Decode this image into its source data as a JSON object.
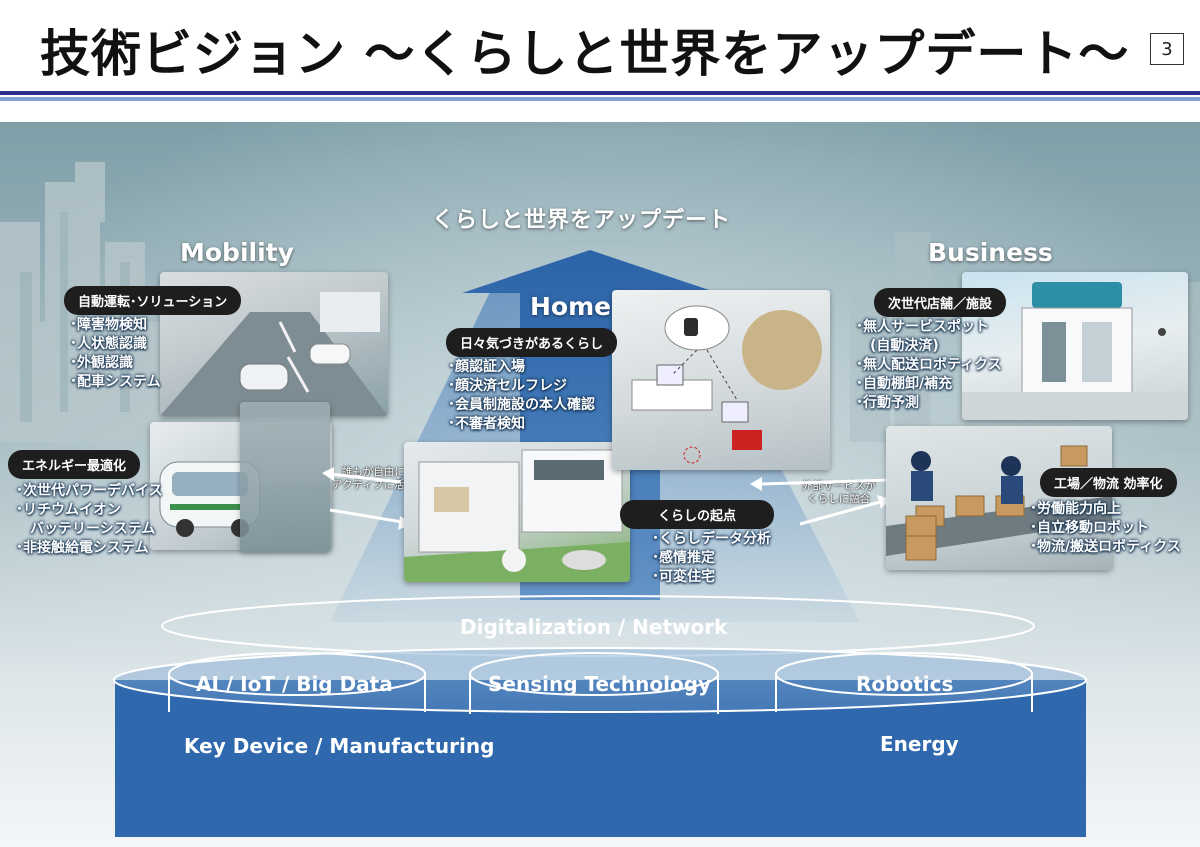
{
  "header": {
    "title": "技術ビジョン ～くらしと世界をアップデート～",
    "page_number": "3"
  },
  "diagram": {
    "arrow_label": "くらしと世界をアップデート",
    "mobility": {
      "title": "Mobility",
      "autonomous": {
        "label": "自動運転･ソリューション",
        "items": [
          "･障害物検知",
          "･人状態認識",
          "･外観認識",
          "･配車システム"
        ]
      },
      "energy": {
        "label": "エネルギー最適化",
        "items": [
          "･次世代パワーデバイス",
          "･リチウムイオン",
          "　バッテリーシステム",
          "･非接触給電システム"
        ]
      },
      "note": [
        "誰もが自由に",
        "アクティブに活動"
      ]
    },
    "home": {
      "title": "Home",
      "awareness": {
        "label": "日々気づきがあるくらし",
        "items": [
          "･顔認証入場",
          "･顔決済セルフレジ",
          "･会員制施設の本人確認",
          "･不審者検知"
        ]
      },
      "origin": {
        "label": "くらしの起点",
        "items": [
          "･くらしデータ分析",
          "･感情推定",
          "･可変住宅"
        ]
      },
      "note": [
        "外部サービスが",
        "くらしに融合"
      ]
    },
    "business": {
      "title": "Business",
      "store": {
        "label": "次世代店舗／施設",
        "items": [
          "･無人サービスポット",
          "　(自動決済)",
          "･無人配送ロボティクス",
          "･自動棚卸/補充",
          "･行動予測"
        ]
      },
      "factory": {
        "label": "工場／物流 効率化",
        "items": [
          "･労働能力向上",
          "･自立移動ロボット",
          "･物流/搬送ロボティクス"
        ]
      }
    },
    "platform": {
      "digital": "Digitalization / Network",
      "ai": "AI / IoT / Big Data",
      "sensing": "Sensing Technology",
      "robotics": "Robotics",
      "device": "Key Device / Manufacturing",
      "energy": "Energy"
    }
  },
  "colors": {
    "accent_blue": "#2f68ad",
    "rule_dark": "#2a2f8a",
    "rule_light": "#7fa3d6",
    "pill_bg": "#1e1e1e"
  }
}
